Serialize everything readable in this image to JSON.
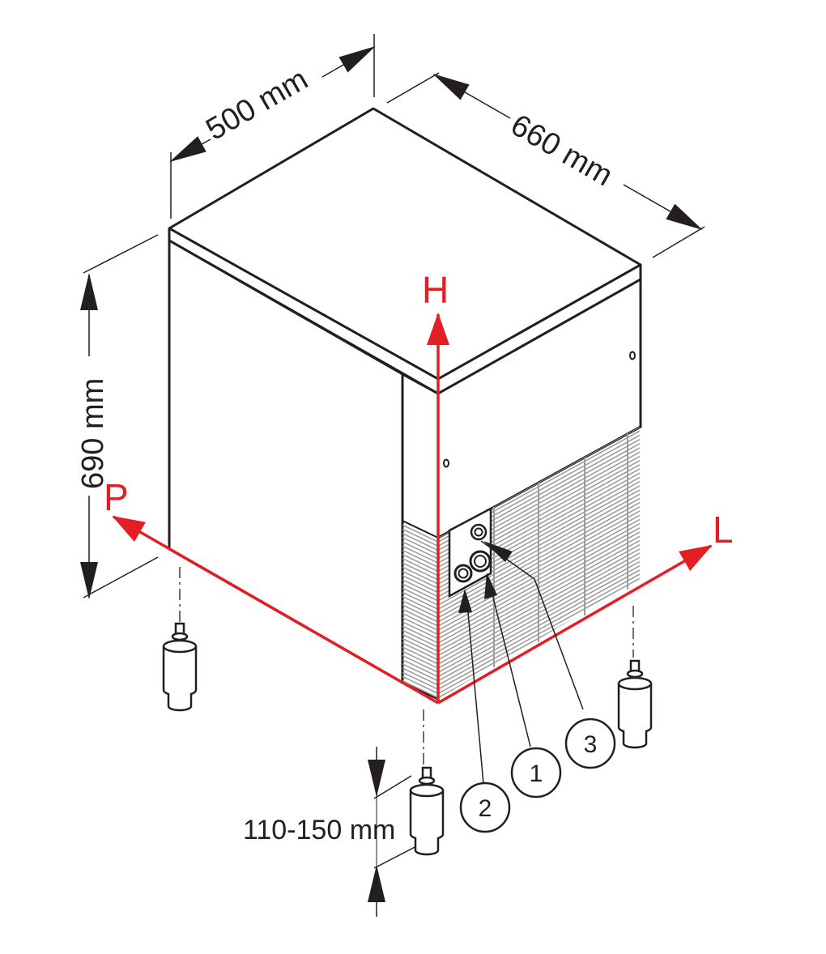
{
  "dimensions": {
    "width": "500 mm",
    "depth": "660 mm",
    "height": "690 mm",
    "foot_height": "110-150 mm"
  },
  "axes": {
    "height_axis": "H",
    "length_axis": "L",
    "depth_axis": "P"
  },
  "callouts": [
    "1",
    "2",
    "3"
  ],
  "colors": {
    "axis": "#e31e24",
    "line": "#231f20",
    "grille": "#9d9d9d"
  }
}
